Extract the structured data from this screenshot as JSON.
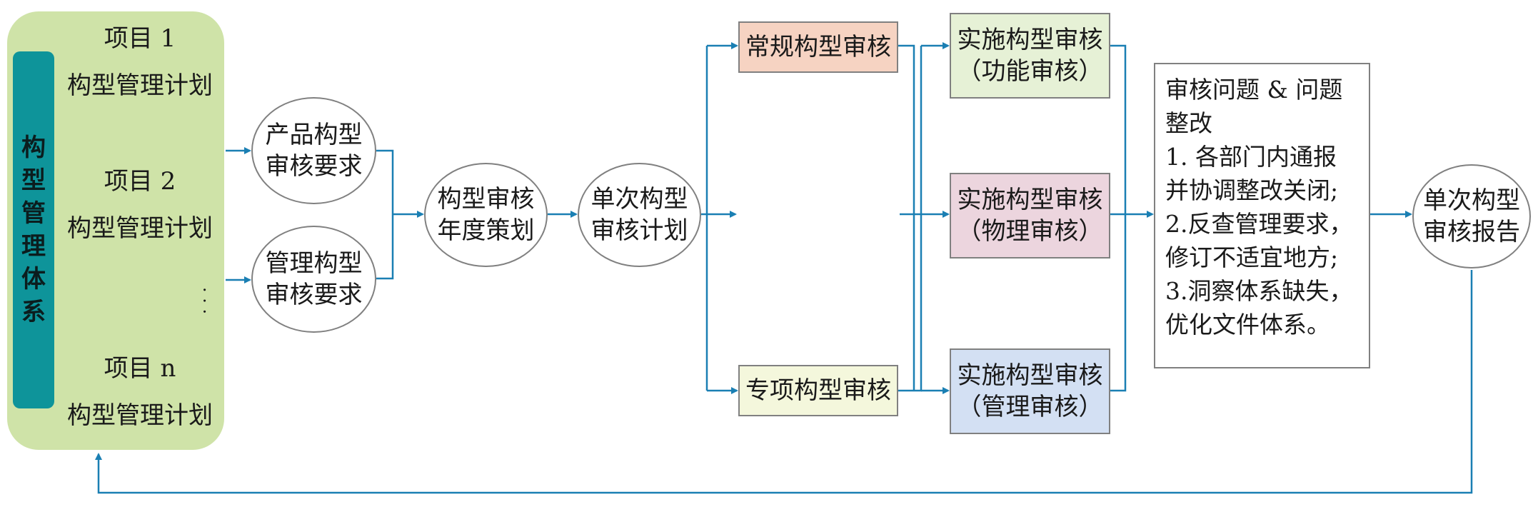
{
  "colors": {
    "panel": "#cfe3a8",
    "system_bar": "#0e949a",
    "arrow": "#1a7fb3",
    "border": "#808080",
    "routine_audit": "#f6d3c2",
    "special_audit": "#f4f7dc",
    "functional_audit": "#e6f1d6",
    "physical_audit": "#ecd5de",
    "management_audit": "#d3e0f3"
  },
  "system": {
    "label": "构型管理体系",
    "projects": [
      {
        "title": "项目 1",
        "plan": "构型管理计划"
      },
      {
        "title": "项目 2",
        "plan": "构型管理计划"
      },
      {
        "title": "项目 n",
        "plan": "构型管理计划"
      }
    ],
    "ellipsis": "·  ·  ·"
  },
  "nodes": {
    "product_req": {
      "line1": "产品构型",
      "line2": "审核要求"
    },
    "mgmt_req": {
      "line1": "管理构型",
      "line2": "审核要求"
    },
    "annual": {
      "line1": "构型审核",
      "line2": "年度策划"
    },
    "single_plan": {
      "line1": "单次构型",
      "line2": "审核计划"
    },
    "routine": "常规构型审核",
    "special": "专项构型审核",
    "functional": {
      "line1": "实施构型审核",
      "line2": "（功能审核）"
    },
    "physical": {
      "line1": "实施构型审核",
      "line2": "（物理审核）"
    },
    "management": {
      "line1": "实施构型审核",
      "line2": "（管理审核）"
    },
    "report": {
      "line1": "单次构型",
      "line2": "审核报告"
    }
  },
  "issues": {
    "title": "审核问题 & 问题整改",
    "items": [
      "1. 各部门内通报并协调整改关闭;",
      "2.反查管理要求，修订不适宜地方;",
      "3.洞察体系缺失，优化文件体系。"
    ]
  }
}
